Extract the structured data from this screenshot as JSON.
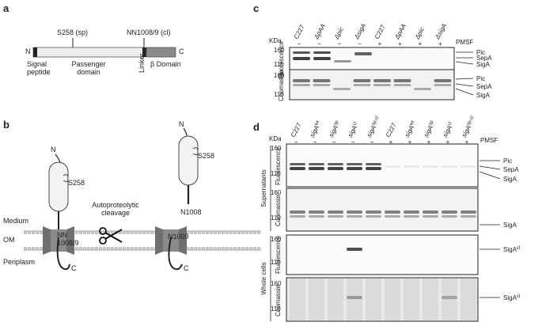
{
  "panel_a": {
    "label": "a",
    "n": "N",
    "c": "C",
    "s258": "S258 (sp)",
    "nn1008": "NN1008/9 (cl)",
    "signal": "Signal",
    "peptide": "peptide",
    "passenger": "Passenger",
    "domain": "domain",
    "linker": "Linker",
    "beta": "β Domain"
  },
  "panel_b": {
    "label": "b",
    "n_left": "N",
    "s258_left": "S258",
    "nn_left": "NN",
    "nn_left2": "1008/9",
    "c_left": "C",
    "autoproteolytic": "Autoproteolytic",
    "cleavage": "cleavage",
    "n_right": "N",
    "s258_right": "S258",
    "n1008": "N1008",
    "n1009": "N1009",
    "c_right": "C",
    "medium": "Medium",
    "om": "OM",
    "periplasm": "Periplasm"
  },
  "panel_c": {
    "label": "c",
    "kda": "KDa",
    "lanes": [
      "C227",
      "ΔpAA",
      "Δpic",
      "ΔsigA",
      "C227",
      "ΔpAA",
      "Δpic",
      "ΔsigA"
    ],
    "signs": [
      "−",
      "−",
      "−",
      "−",
      "+",
      "+",
      "+",
      "+"
    ],
    "pmsf": "PMSF",
    "fluorescence": "Fluorescence",
    "coomassie": "Coomassie",
    "mw_top": [
      "160",
      "110"
    ],
    "mw_bot": [
      "160",
      "110"
    ],
    "labels_top": [
      "Pic",
      "SepA",
      "SigA"
    ],
    "labels_bot": [
      "Pic",
      "SepA",
      "SigA"
    ]
  },
  "panel_d": {
    "label": "d",
    "kda": "KDa",
    "lanes": [
      "C227",
      "sigA",
      "sigA",
      "sigA",
      "sigA",
      "C227",
      "sigA",
      "sigA",
      "sigA",
      "sigA"
    ],
    "sups": [
      "",
      "wt",
      "sp",
      "cl",
      "sp,cl",
      "",
      "wt",
      "sp",
      "cl",
      "sp,cl"
    ],
    "signs": [
      "−",
      "−",
      "−",
      "−",
      "−",
      "+",
      "+",
      "+",
      "+",
      "+"
    ],
    "pmsf": "PMSF",
    "fluorescence": "Fluorescence",
    "coomassie": "Coomassie",
    "supernatants": "Supernatants",
    "whole_cells": "Whole cells",
    "mw": [
      "160",
      "110"
    ],
    "labels_1": [
      "Pic",
      "SepA",
      "SigA"
    ],
    "label_2": "SigA",
    "label_3": "SigA",
    "label_3_sup": "cl",
    "label_4": "SigA",
    "label_4_sup": "cl"
  }
}
